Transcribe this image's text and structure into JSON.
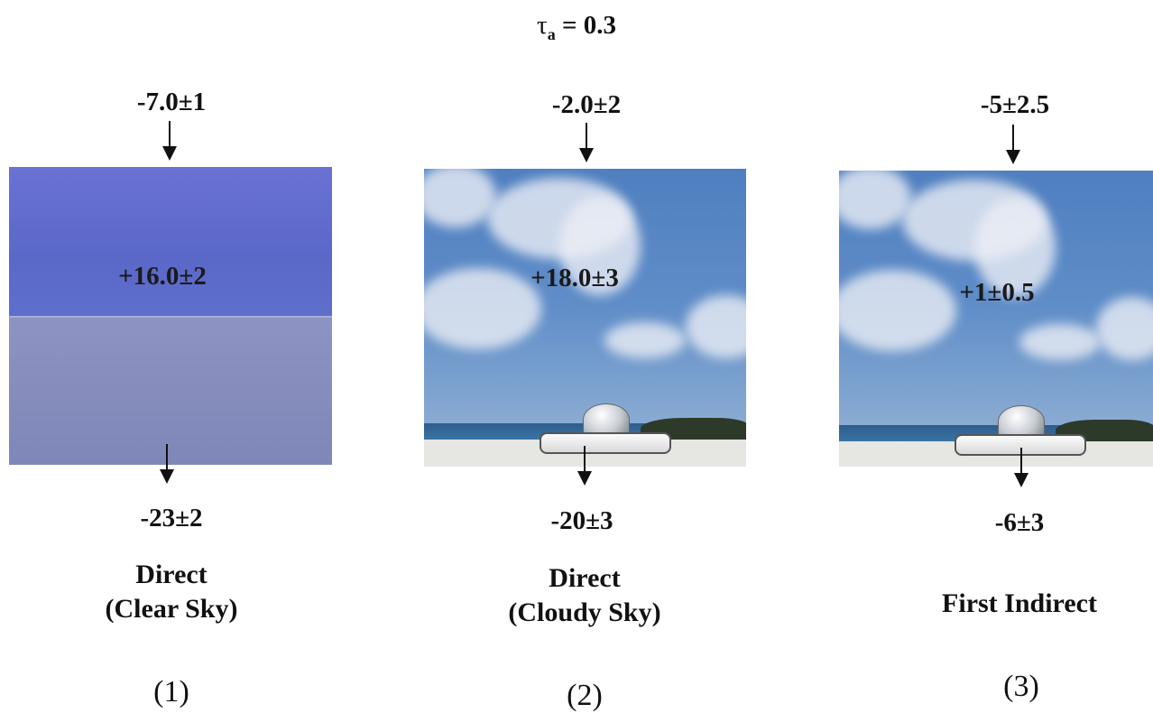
{
  "title": {
    "symbol": "τ",
    "subscript": "a",
    "value": "= 0.3"
  },
  "panels": [
    {
      "top_label": "-7.0±1",
      "center_label": "+16.0±2",
      "bottom_label": "-23±2",
      "caption_line1": "Direct",
      "caption_line2": "(Clear Sky)",
      "number": "(1)"
    },
    {
      "top_label": "-2.0±2",
      "center_label": "+18.0±3",
      "bottom_label": "-20±3",
      "caption_line1": "Direct",
      "caption_line2": "(Cloudy Sky)",
      "number": "(2)"
    },
    {
      "top_label": "-5±2.5",
      "center_label": "+1±0.5",
      "bottom_label": "-6±3",
      "caption_line1": "First Indirect",
      "caption_line2": "",
      "number": "(3)"
    }
  ],
  "colors": {
    "clear_sky": "#5f6fcc",
    "clear_ground": "#858cbd",
    "cloudy_sky": "#5f8dc8",
    "text": "#111111"
  }
}
